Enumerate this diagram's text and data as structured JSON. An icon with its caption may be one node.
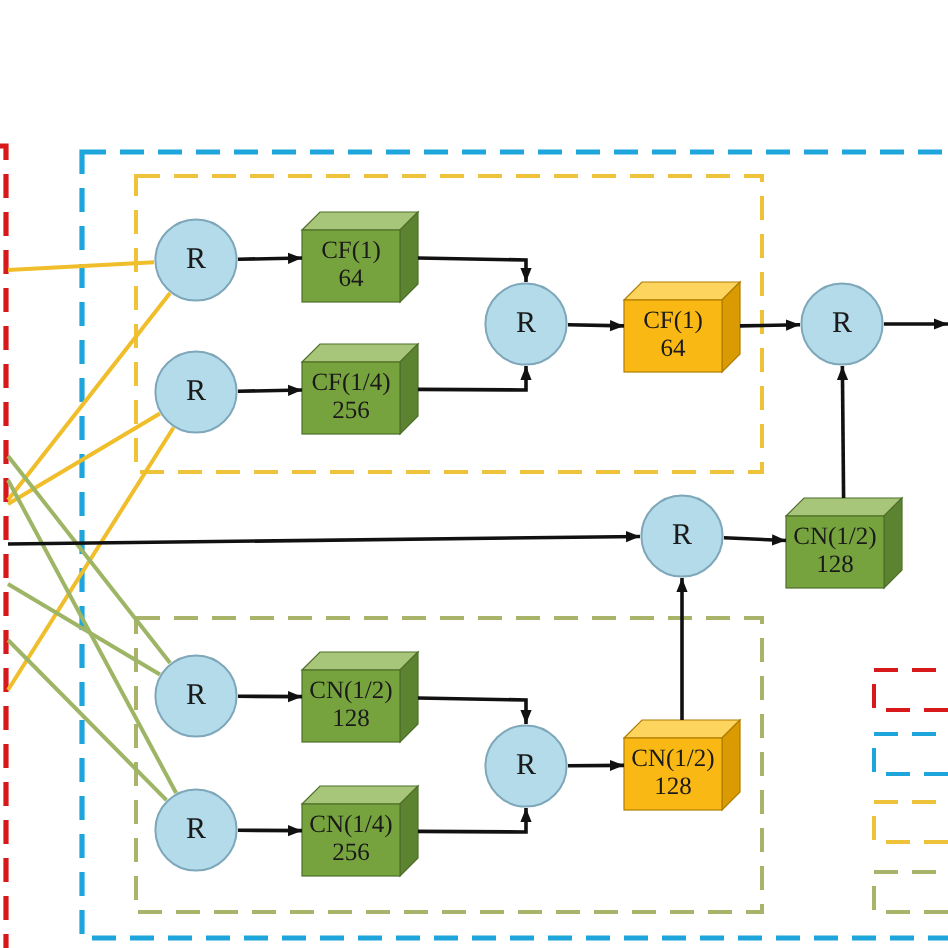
{
  "diagram": {
    "nodes": [
      {
        "text": [],
        "shape": "box"
      },
      {
        "text": [],
        "shape": "box"
      },
      {
        "text": [],
        "shape": "box",
        "in": 1
      },
      {
        "text": [
          "R"
        ],
        "in": 2
      },
      {
        "text": [
          "CF(1)",
          "64"
        ],
        "in": 2
      },
      {
        "text": [
          "R"
        ],
        "in": 2
      },
      {
        "text": [
          "CF(1/4)",
          "256"
        ],
        "in": 2
      },
      {
        "text": [
          "R"
        ],
        "in": 2
      },
      {
        "text": [
          "CF(1)",
          "64"
        ],
        "in": 2
      },
      {
        "text": [
          "R"
        ],
        "in": 1
      },
      {
        "text": [
          "R"
        ],
        "in": 1
      },
      {
        "text": [
          "CN(1/2)",
          "128"
        ],
        "in": 1
      },
      {
        "text": [],
        "shape": "box",
        "in": 1
      },
      {
        "text": [
          "R"
        ],
        "in": 12
      },
      {
        "text": [
          "CN(1/2)",
          "128"
        ],
        "in": 12
      },
      {
        "text": [
          "R"
        ],
        "in": 12
      },
      {
        "text": [
          "CN(1/4)",
          "256"
        ],
        "in": 12
      },
      {
        "text": [
          "R"
        ],
        "in": 12
      },
      {
        "text": [
          "CN(1/2)",
          "128"
        ],
        "in": 12
      }
    ],
    "edges": [
      {
        "from": 0,
        "to": 3,
        "arrow": "none",
        "color": "#f0be2a"
      },
      {
        "from": 0,
        "to": 3,
        "arrow": "none",
        "color": "#f0be2a"
      },
      {
        "from": 0,
        "to": 5,
        "arrow": "none",
        "color": "#f0be2a"
      },
      {
        "from": 0,
        "to": 5,
        "arrow": "none",
        "color": "#f0be2a"
      },
      {
        "from": 0,
        "to": 13,
        "arrow": "none",
        "color": "#9db565"
      },
      {
        "from": 0,
        "to": 13,
        "arrow": "none",
        "color": "#9db565"
      },
      {
        "from": 0,
        "to": 15,
        "arrow": "none",
        "color": "#9db565"
      },
      {
        "from": 0,
        "to": 15,
        "arrow": "none",
        "color": "#9db565"
      },
      {
        "from": 0,
        "to": 10,
        "arrow": "to"
      },
      {
        "from": 3,
        "to": 4,
        "arrow": "to"
      },
      {
        "from": 5,
        "to": 6,
        "arrow": "to"
      },
      {
        "from": 4,
        "to": 7,
        "arrow": "to"
      },
      {
        "from": 6,
        "to": 7,
        "arrow": "to"
      },
      {
        "from": 7,
        "to": 8,
        "arrow": "to"
      },
      {
        "from": 8,
        "to": 9,
        "arrow": "to"
      },
      {
        "from": 9,
        "to": null,
        "arrow": "to"
      },
      {
        "from": 10,
        "to": 11,
        "arrow": "to"
      },
      {
        "from": 11,
        "to": 9,
        "arrow": "to"
      },
      {
        "from": 13,
        "to": 14,
        "arrow": "to"
      },
      {
        "from": 15,
        "to": 16,
        "arrow": "to"
      },
      {
        "from": 14,
        "to": 17,
        "arrow": "to"
      },
      {
        "from": 16,
        "to": 17,
        "arrow": "to"
      },
      {
        "from": 17,
        "to": 18,
        "arrow": "to"
      },
      {
        "from": 18,
        "to": 10,
        "arrow": "to"
      }
    ]
  }
}
